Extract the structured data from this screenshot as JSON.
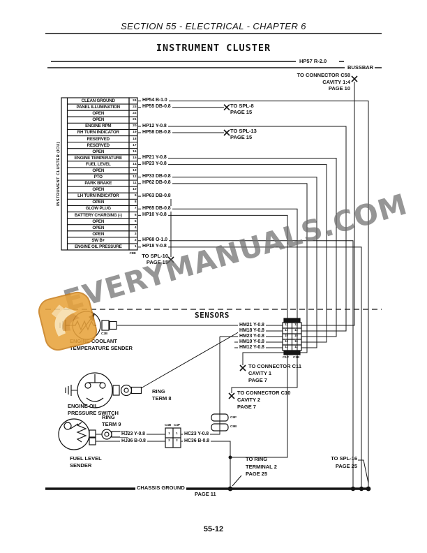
{
  "page": {
    "header": "SECTION 55 - ELECTRICAL - CHAPTER 6",
    "title": "INSTRUMENT CLUSTER",
    "footer": "55-12"
  },
  "watermark": {
    "text": "EVERYMANUALS.COM",
    "color": "#6e6e6e",
    "logo_color": "#E8A33C"
  },
  "bussbar": {
    "wire": "HP57 R-2.0",
    "label": "BUSSBAR"
  },
  "callouts": {
    "c58": [
      "TO CONNECTOR C58",
      "CAVITY 1:4",
      "PAGE 10"
    ],
    "spl8": [
      "TO SPL-8",
      "PAGE 15"
    ],
    "spl13": [
      "TO SPL-13",
      "PAGE 15"
    ],
    "spl10": [
      "TO SPL-10",
      "PAGE 15"
    ],
    "c11": [
      "TO CONNECTOR C11",
      "CAVITY 1",
      "PAGE 7"
    ],
    "c10": [
      "TO CONNECTOR C10",
      "CAVITY 2",
      "PAGE 7"
    ],
    "ring2": [
      "TO RING",
      "TERMINAL 2",
      "PAGE 25"
    ],
    "spl16": [
      "TO SPL-16",
      "PAGE 25"
    ]
  },
  "cluster": {
    "side_label": "INSTRUMENT CLUSTER (ICU)",
    "connector": "C8B",
    "rows": [
      {
        "pin": "24",
        "label": "CLEAN GROUND",
        "wire": "HP54 B-1.0"
      },
      {
        "pin": "23",
        "label": "PANEL ILLUMINATION",
        "wire": "HP55 DB-0.8"
      },
      {
        "pin": "22",
        "label": "OPEN",
        "wire": ""
      },
      {
        "pin": "21",
        "label": "OPEN",
        "wire": ""
      },
      {
        "pin": "20",
        "label": "ENGINE RPM",
        "wire": "HP12 Y-0.8"
      },
      {
        "pin": "19",
        "label": "RH TURN INDICATOR",
        "wire": "HP58 DB-0.8"
      },
      {
        "pin": "18",
        "label": "RESERVED",
        "wire": ""
      },
      {
        "pin": "17",
        "label": "RESERVED",
        "wire": ""
      },
      {
        "pin": "16",
        "label": "OPEN",
        "wire": ""
      },
      {
        "pin": "15",
        "label": "ENGINE TEMPERATURE",
        "wire": "HP21 Y-0.8"
      },
      {
        "pin": "14",
        "label": "FUEL LEVEL",
        "wire": "HP23 Y-0.8"
      },
      {
        "pin": "13",
        "label": "OPEN",
        "wire": ""
      },
      {
        "pin": "12",
        "label": "PTO",
        "wire": "HP33 DB-0.8"
      },
      {
        "pin": "11",
        "label": "PARK BRAKE",
        "wire": "HP62 DB-0.8"
      },
      {
        "pin": "10",
        "label": "OPEN",
        "wire": ""
      },
      {
        "pin": "9",
        "label": "LH TURN INDICATOR",
        "wire": "HP63 DB-0.8"
      },
      {
        "pin": "8",
        "label": "OPEN",
        "wire": ""
      },
      {
        "pin": "7",
        "label": "GLOW PLUG",
        "wire": "HP65 DB-0.8"
      },
      {
        "pin": "6",
        "label": "BATTERY CHARGING (-)",
        "wire": "HP10 Y-0.8"
      },
      {
        "pin": "5",
        "label": "OPEN",
        "wire": ""
      },
      {
        "pin": "4",
        "label": "OPEN",
        "wire": ""
      },
      {
        "pin": "3",
        "label": "OPEN",
        "wire": ""
      },
      {
        "pin": "2",
        "label": "SW B+",
        "wire": "HP68 O-1.0"
      },
      {
        "pin": "1",
        "label": "ENGINE OIL PRESSURE",
        "wire": "HP18 Y-0.8"
      }
    ]
  },
  "sensors": {
    "heading": "SENSORS",
    "hm_wires": [
      "HM21 Y-0.8",
      "HM18 Y-0.8",
      "HM23 Y-0.8",
      "HM10 Y-0.8",
      "HM12 Y-0.8"
    ],
    "connector": {
      "pins_left": [
        "12",
        "13",
        "15",
        "16",
        "11"
      ],
      "pins_right": [
        "12",
        "13",
        "15",
        "16",
        "11"
      ],
      "label_left": "C1P",
      "label_right": "C1B"
    },
    "coolant": {
      "label": [
        "ENGINE COOLANT",
        "TEMPERATURE SENDER"
      ],
      "connector": "C2B"
    },
    "oil": {
      "label": [
        "ENGINE OIL",
        "PRESSURE SWITCH"
      ],
      "ring": [
        "RING",
        "TERM 8"
      ]
    },
    "fuel": {
      "label": [
        "FUEL LEVEL",
        "SENDER"
      ],
      "ring": [
        "RING",
        "TERM 9"
      ],
      "wires_left": [
        "HJ23 Y-0.8",
        "HJ36 B-0.8"
      ],
      "wires_right": [
        "HC23 Y-0.8",
        "HC36 B-0.8"
      ],
      "inline": {
        "labels": [
          "C4B",
          "C4P"
        ],
        "pins": [
          [
            "1",
            "1"
          ],
          [
            "2",
            "2"
          ]
        ]
      }
    },
    "barrel": {
      "labels": [
        "C9P",
        "C9B"
      ]
    }
  },
  "ground": {
    "label": "CHASSIS GROUND",
    "page": "PAGE 11"
  }
}
